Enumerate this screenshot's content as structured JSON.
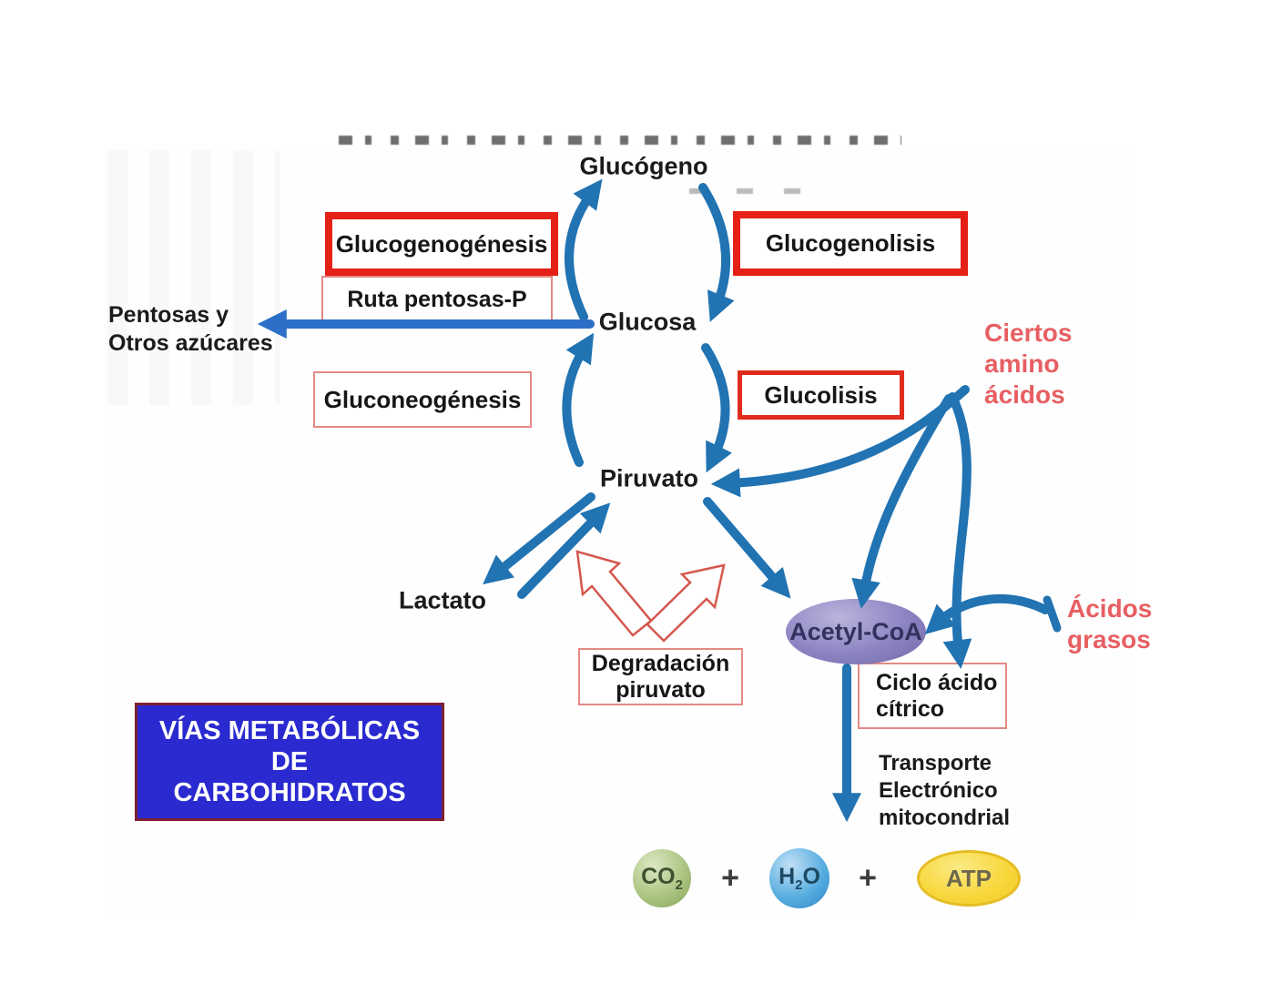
{
  "colors": {
    "arrow_blue": "#2173b2",
    "pentosa_blue": "#2b6fc9",
    "box_red_thick": "#e52017",
    "box_red_medium": "#e02c1e",
    "box_pink": "#e48a84",
    "hollow_arrow_red": "#d4574e",
    "red_label": "#e75f63",
    "title_bg": "#2a2ad0",
    "title_border": "#7c2030",
    "title_text": "#ffffff",
    "text_dark": "#1b1b1b",
    "acetyl_mid": "#8c84c2",
    "acetyl_text": "#32325e",
    "co2_mid": "#a9c37f",
    "h2o_mid": "#55acdf",
    "atp_fill": "#f8d73a",
    "atp_border": "#e6bd25"
  },
  "title": [
    "VÍAS METABÓLICAS",
    "DE",
    "CARBOHIDRATOS"
  ],
  "nodes": {
    "glucogeno": "Glucógeno",
    "glucosa": "Glucosa",
    "piruvato": "Piruvato",
    "lactato": "Lactato",
    "acetyl": "Acetyl-CoA"
  },
  "boxes": {
    "glucogenogenesis": "Glucogenogénesis",
    "glucogenolisis": "Glucogenolisis",
    "ruta_pentosas": "Ruta pentosas-P",
    "gluconeogenesis": "Gluconeogénesis",
    "glucolisis": "Glucolisis",
    "degradacion": [
      "Degradación",
      "piruvato"
    ],
    "ciclo_citrico": [
      "Ciclo ácido",
      "cítrico"
    ]
  },
  "labels": {
    "pentosas": [
      "Pentosas y",
      "Otros azúcares"
    ],
    "ciertos_aminoacidos": [
      "Ciertos",
      "amino",
      "ácidos"
    ],
    "acidos_grasos": [
      "Ácidos",
      "grasos"
    ],
    "transporte": [
      "Transporte",
      "Electrónico",
      "mitocondrial"
    ]
  },
  "products": {
    "co2": {
      "base": "CO",
      "sub": "2"
    },
    "plus1": "+",
    "h2o": {
      "h": "H",
      "sub": "2",
      "o": "O"
    },
    "plus2": "+",
    "atp": "ATP"
  }
}
